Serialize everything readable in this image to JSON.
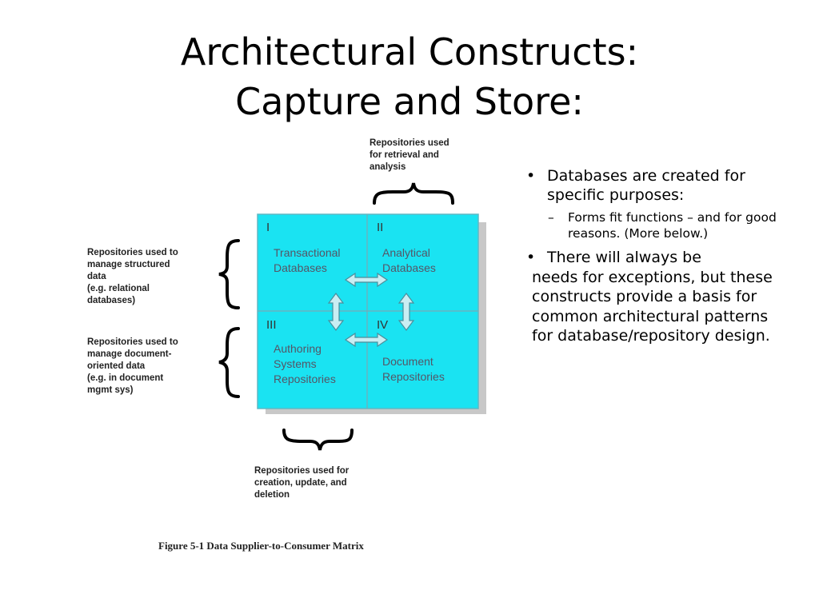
{
  "slide": {
    "title_line1": "Architectural Constructs:",
    "title_line2": "Capture and Store:"
  },
  "bullets": {
    "b1": "Databases are created for specific purposes:",
    "b1_sub": "Forms fit functions – and for good reasons.  (More below.)",
    "b2_first": "There will always be",
    "b2_rest": "needs for exceptions, but these constructs provide a basis for common architectural patterns for database/repository design."
  },
  "figure": {
    "top_label": "Repositories used\nfor retrieval and\nanalysis",
    "left_top_label": "Repositories used to\nmanage structured\ndata\n(e.g. relational\ndatabases)",
    "left_bottom_label": "Repositories used to\nmanage document-\noriented data\n(e.g. in document\nmgmt sys)",
    "bottom_label": "Repositories used for\ncreation, update, and\ndeletion",
    "quadrants": [
      {
        "numeral": "I",
        "label": "Transactional\nDatabases"
      },
      {
        "numeral": "II",
        "label": "Analytical\nDatabases"
      },
      {
        "numeral": "III",
        "label": "Authoring\nSystems\nRepositories"
      },
      {
        "numeral": "IV",
        "label": "Document\nRepositories"
      }
    ],
    "caption": "Figure 5-1 Data Supplier-to-Consumer Matrix",
    "colors": {
      "matrix_fill": "#1ae3f2",
      "shadow": "#c8c8c8",
      "arrow_fill": "#c9eef3",
      "line": "#7aa9b5"
    }
  }
}
